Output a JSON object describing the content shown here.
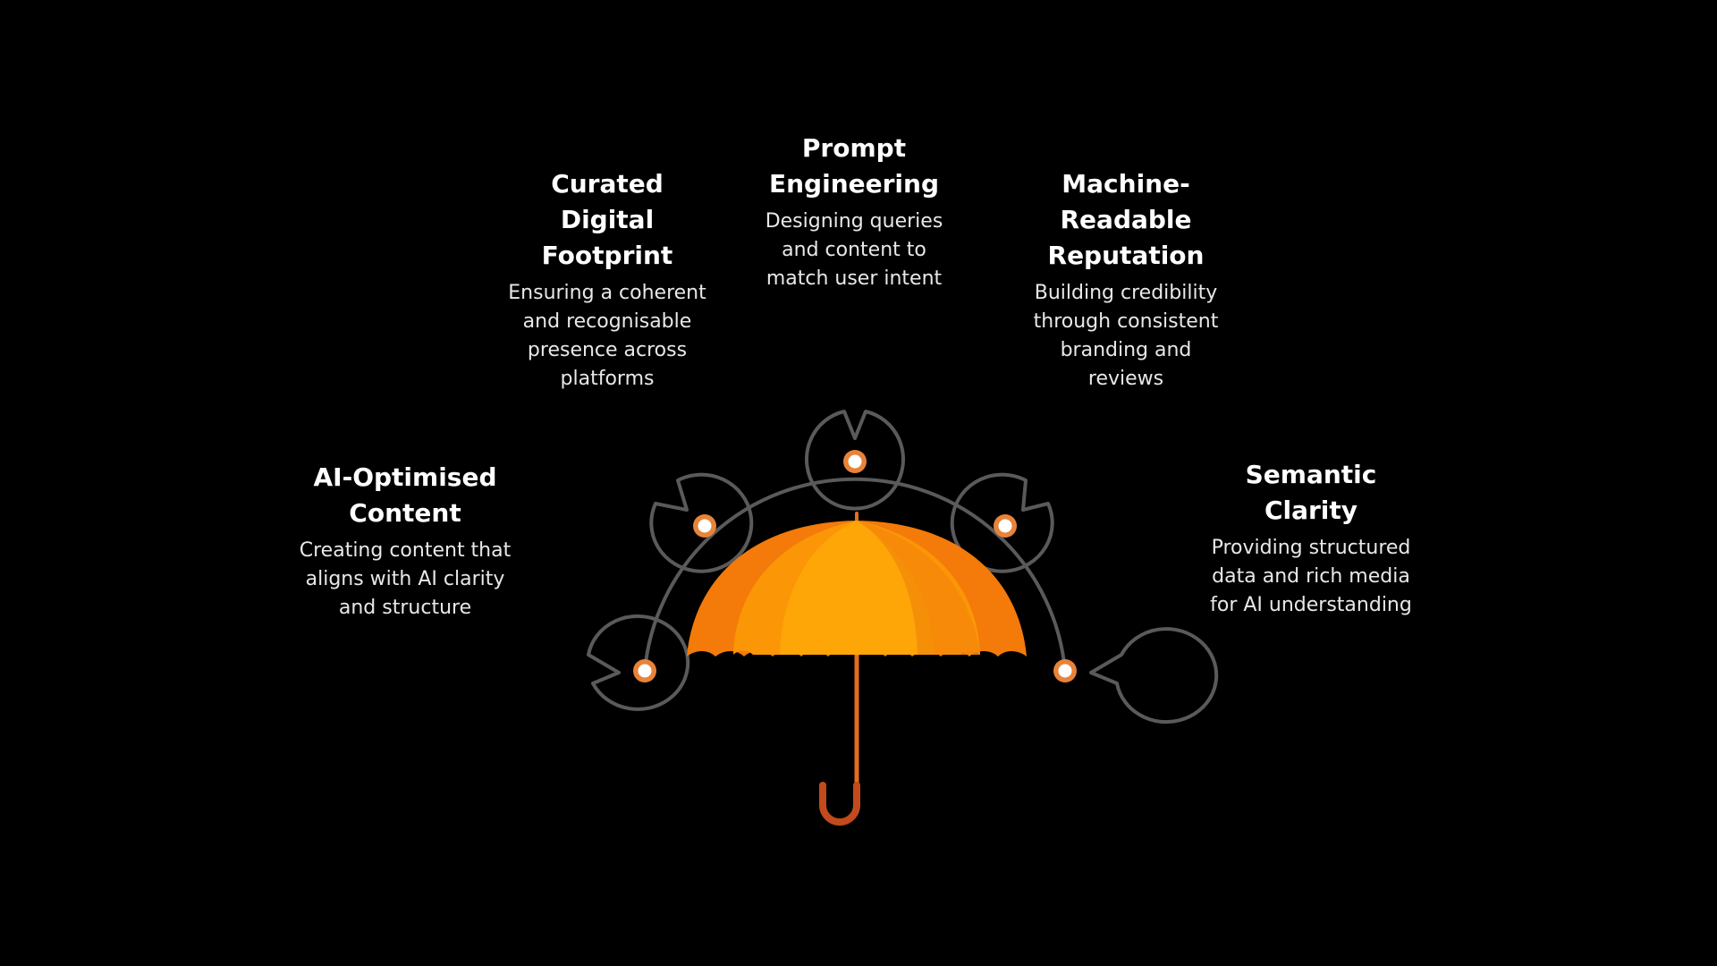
{
  "colors": {
    "background": "#000000",
    "arc": "#5a5a5a",
    "node_ring": "#e8833a",
    "node_fill": "#ffffff",
    "canopy_dark": "#f47a0a",
    "canopy_mid": "#fb9606",
    "canopy_light": "#fea508",
    "handle": "#e46e1e",
    "handle_hook": "#c24a1c"
  },
  "icons": {
    "bubble": "speech-bubble-icon",
    "umbrella": "umbrella-icon"
  },
  "items": [
    {
      "id": "ai-optimised-content",
      "title": "AI-Optimised\nContent",
      "description": "Creating content that\naligns with AI clarity\nand structure"
    },
    {
      "id": "curated-digital-footprint",
      "title": "Curated\nDigital\nFootprint",
      "description": "Ensuring a coherent\nand recognisable\npresence across\nplatforms"
    },
    {
      "id": "prompt-engineering",
      "title": "Prompt\nEngineering",
      "description": "Designing queries\nand content to\nmatch user intent"
    },
    {
      "id": "machine-readable-reputation",
      "title": "Machine-\nReadable\nReputation",
      "description": "Building credibility\nthrough consistent\nbranding and\nreviews"
    },
    {
      "id": "semantic-clarity",
      "title": "Semantic\nClarity",
      "description": "Providing structured\ndata and rich media\nfor AI understanding"
    }
  ]
}
